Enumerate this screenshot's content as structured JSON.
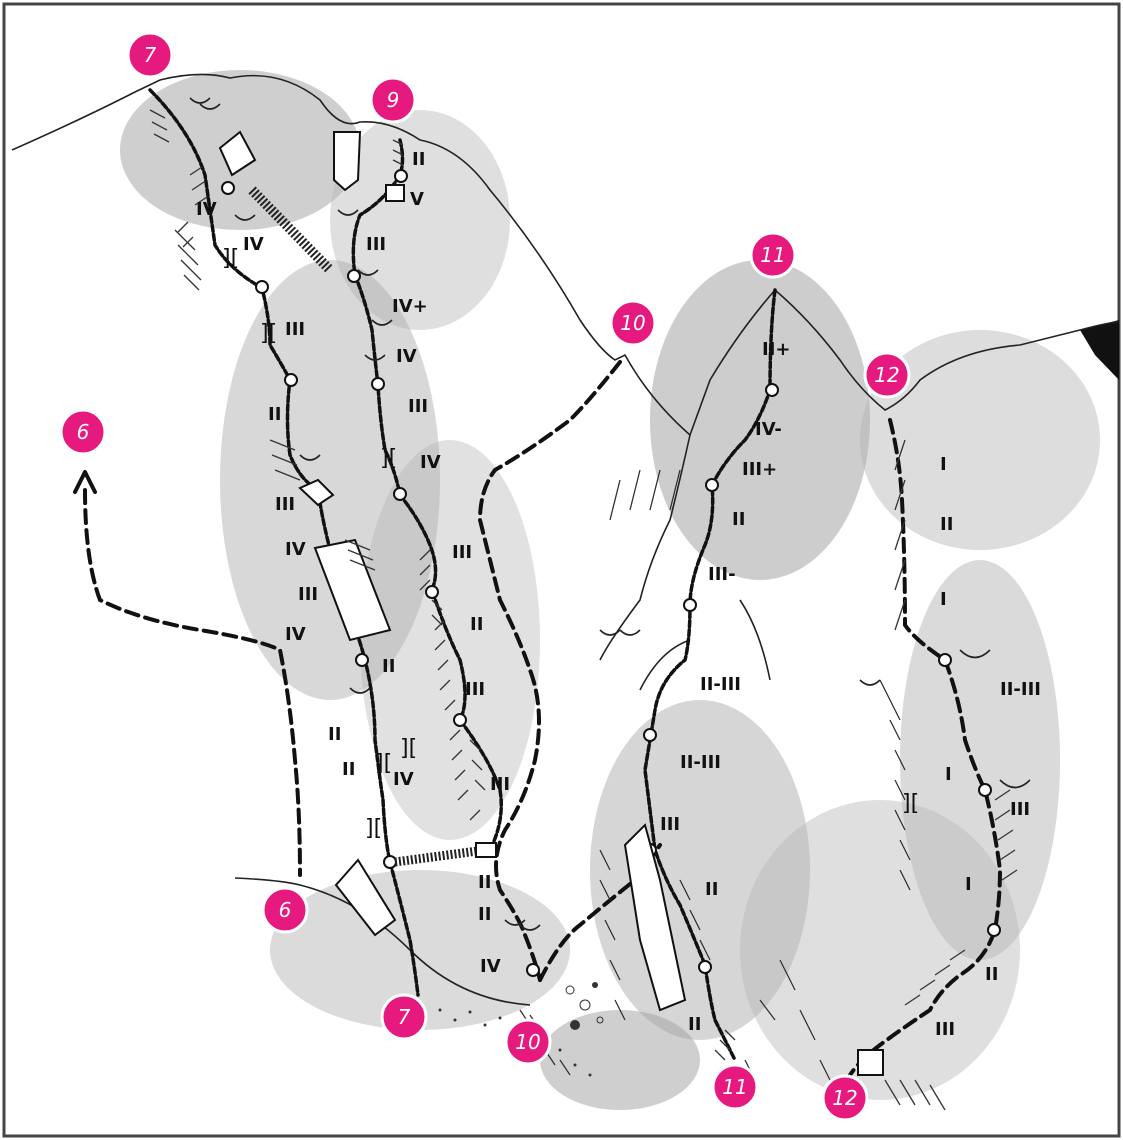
{
  "colors": {
    "marker": "#e6197e",
    "marker_text": "#ffffff",
    "ink": "#111111",
    "rock_shade": "#bdbdbd"
  },
  "markers": [
    {
      "id": "m7-top",
      "label": "7"
    },
    {
      "id": "m9-top",
      "label": "9"
    },
    {
      "id": "m10-top",
      "label": "10"
    },
    {
      "id": "m11-top",
      "label": "11"
    },
    {
      "id": "m12-top",
      "label": "12"
    },
    {
      "id": "m6-left",
      "label": "6"
    },
    {
      "id": "m6-bottom",
      "label": "6"
    },
    {
      "id": "m7-bottom",
      "label": "7"
    },
    {
      "id": "m10-bottom",
      "label": "10"
    },
    {
      "id": "m11-bottom",
      "label": "11"
    },
    {
      "id": "m12-bottom",
      "label": "12"
    }
  ],
  "grades": {
    "r7": [
      "IV",
      "IV",
      "III",
      "II",
      "III",
      "IV",
      "III",
      "IV",
      "II",
      "II",
      "II"
    ],
    "r9": [
      "II",
      "V",
      "III",
      "IV+",
      "IV",
      "III",
      "IV",
      "III",
      "III",
      "IV"
    ],
    "r10": [
      "II",
      "III",
      "II",
      "II",
      "IV"
    ],
    "r11": [
      "II+",
      "IV-",
      "III+",
      "II",
      "III-",
      "II-III",
      "II-III",
      "III",
      "II",
      "II"
    ],
    "r12": [
      "I",
      "II",
      "I",
      "II-III",
      "I",
      "III",
      "I",
      "II",
      "III"
    ]
  }
}
